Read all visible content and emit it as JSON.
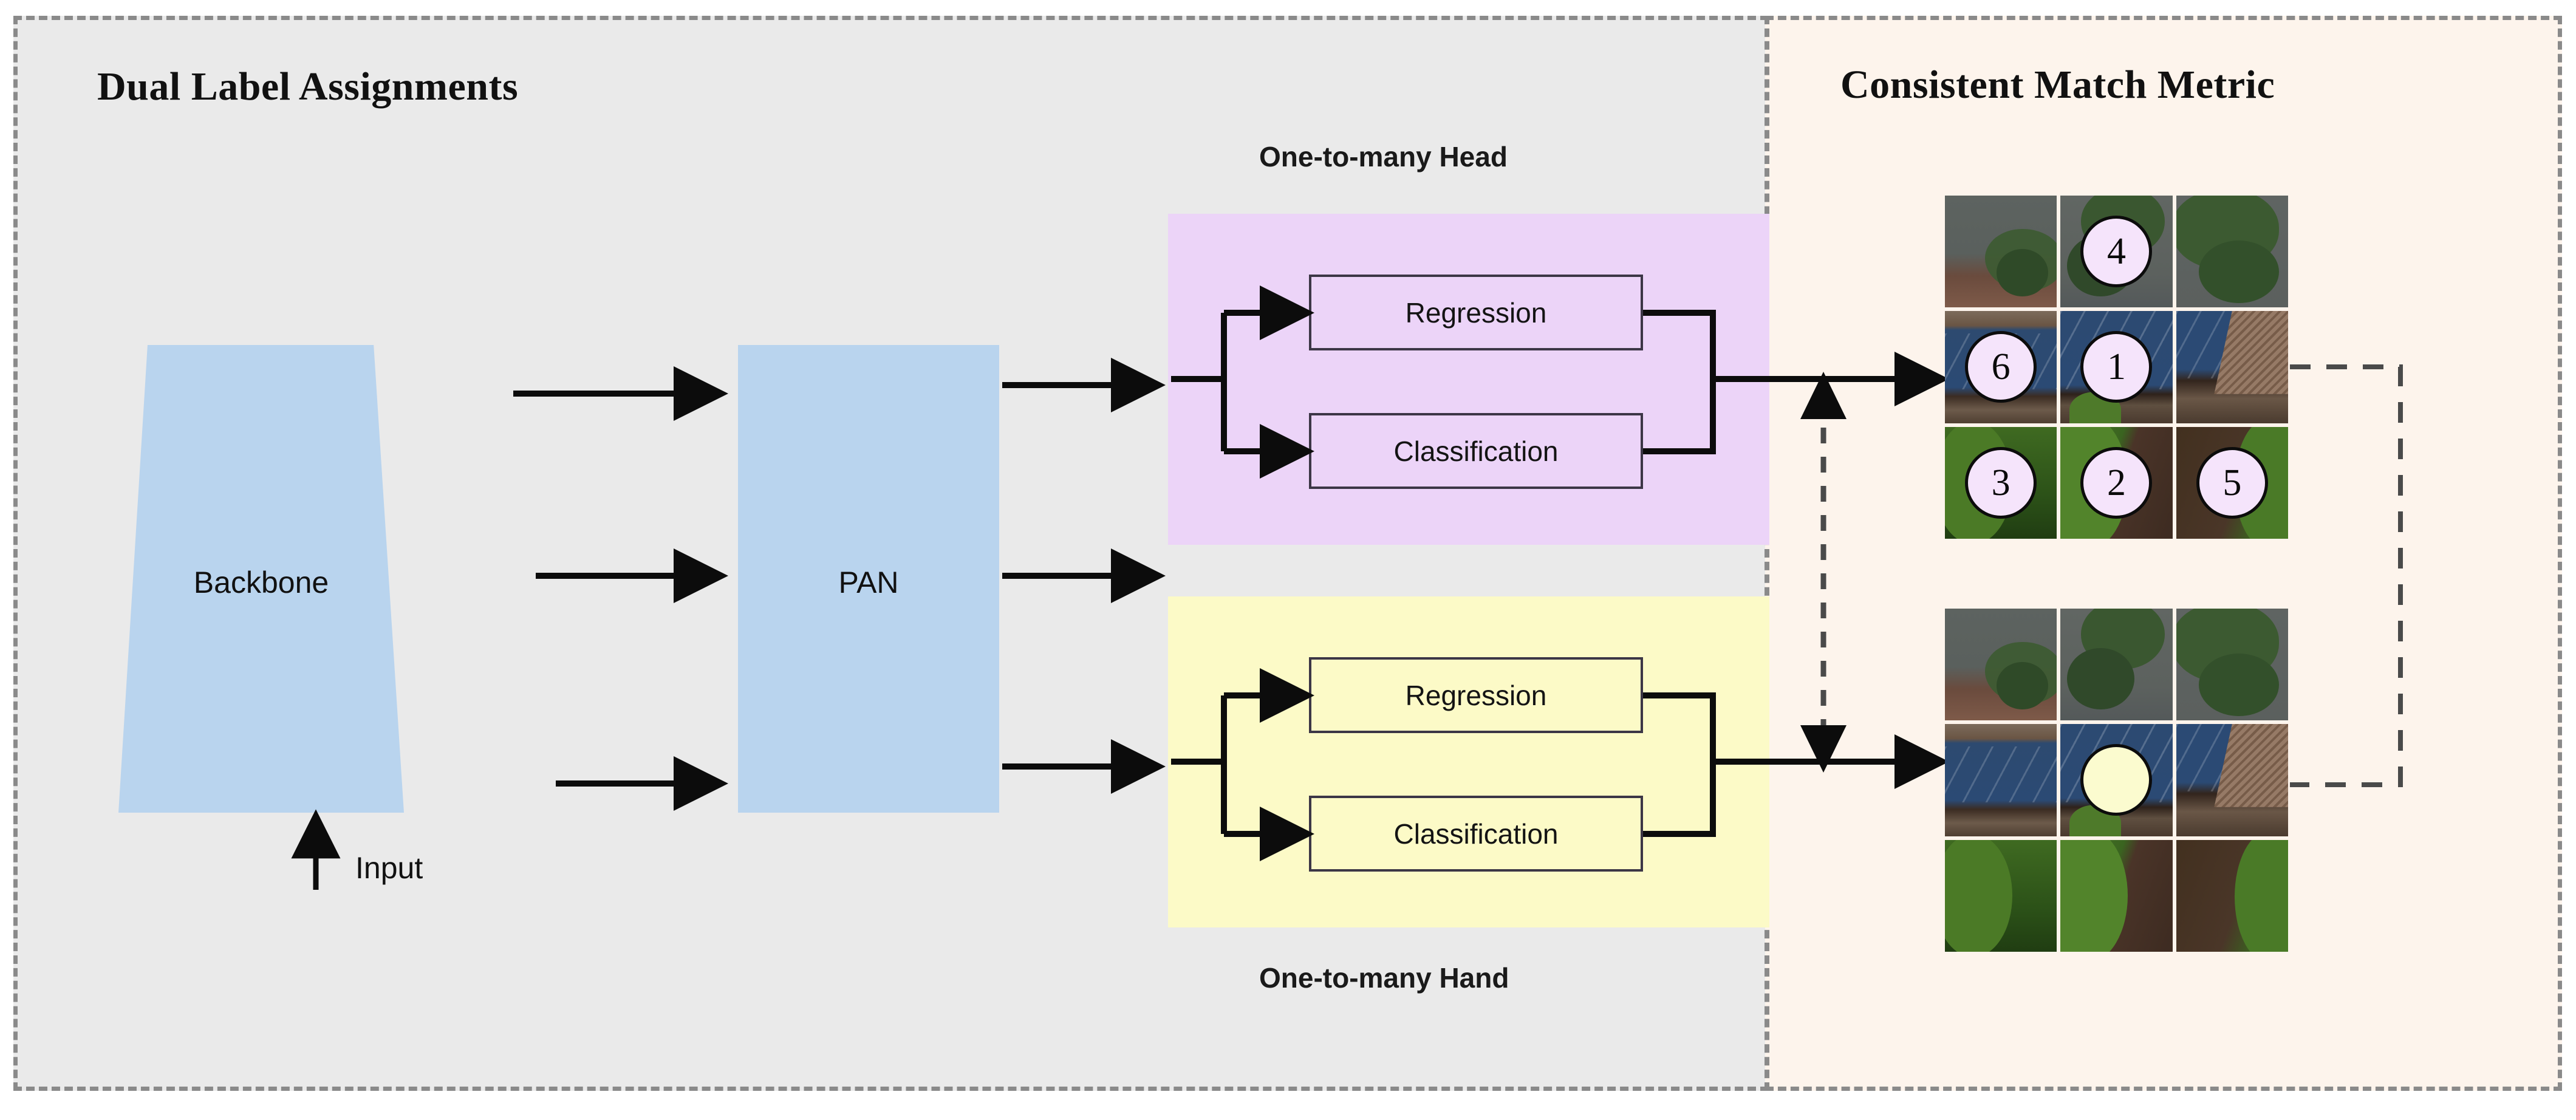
{
  "figure": {
    "left_panel": {
      "title": "Dual Label Assignments",
      "background": "#eaeaea",
      "border_color": "#8a8a8a"
    },
    "right_panel": {
      "title": "Consistent Match Metric",
      "background": "#fdf4ec",
      "border_color": "#8a8a8a"
    },
    "blocks": {
      "backbone": "Backbone",
      "pan": "PAN",
      "input": "Input"
    },
    "heads": [
      {
        "label": "One-to-many Head",
        "label_position": "above",
        "fill": "#ecd4f8",
        "boxes": [
          "Regression",
          "Classification"
        ]
      },
      {
        "label": "One-to-many Hand",
        "label_position": "below",
        "fill": "#fcfac7",
        "boxes": [
          "Regression",
          "Classification"
        ]
      }
    ],
    "grids": [
      {
        "name": "one-to-many-grid",
        "rows": 3,
        "cols": 3,
        "badge_fill": "#f5e4fb",
        "badges": [
          {
            "cell": 1,
            "value": "4"
          },
          {
            "cell": 3,
            "value": "6"
          },
          {
            "cell": 4,
            "value": "1"
          },
          {
            "cell": 6,
            "value": "3"
          },
          {
            "cell": 7,
            "value": "2"
          },
          {
            "cell": 8,
            "value": "5"
          }
        ]
      },
      {
        "name": "one-to-one-grid",
        "rows": 3,
        "cols": 3,
        "badge_fill": "#fbfbcf",
        "badges": [
          {
            "cell": 4,
            "value": ""
          }
        ]
      }
    ],
    "connectors": {
      "vertical_double_arrow": "dashed",
      "right_loop": "dashed"
    },
    "colors": {
      "block_blue": "#b9d4ee",
      "head_purple": "#ecd4f8",
      "head_yellow": "#fcfac7",
      "badge_purple": "#f5e4fb",
      "badge_yellow": "#fbfbcf",
      "stroke": "#0c0c0c",
      "dash_gray": "#8a8a8a"
    }
  }
}
